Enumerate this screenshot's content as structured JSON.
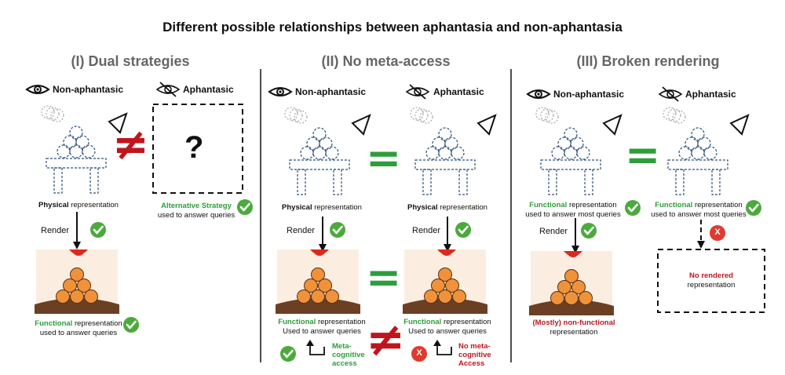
{
  "title": "Different possible relationships between aphantasia and non-aphantasia",
  "panels": {
    "p1": {
      "heading": "(I) Dual strategies",
      "left_label": "Non-aphantasic",
      "right_label": "Aphantasic",
      "question_mark": "?",
      "physical_bold": "Physical",
      "physical_rest": " representation",
      "alt_green": "Alternative Strategy",
      "alt_rest": "used to answer queries",
      "render": "Render",
      "functional_green": "Functional",
      "functional_rest": " representation",
      "functional_line2": "used to answer queries"
    },
    "p2": {
      "heading": "(II) No meta-access",
      "left_label": "Non-aphantasic",
      "right_label": "Aphantasic",
      "physical_bold": "Physical",
      "physical_rest": " representation",
      "render": "Render",
      "functional_green": "Functional",
      "functional_rest": " representation",
      "functional_line2": "Used to answer queries",
      "meta_ok_line1": "Meta-",
      "meta_ok_line2": "cognitive",
      "meta_ok_line3": "access",
      "meta_no_line1": "No meta-",
      "meta_no_line2": "cognitive",
      "meta_no_line3": "Access",
      "x_mark": "X"
    },
    "p3": {
      "heading": "(III) Broken rendering",
      "left_label": "Non-aphantasic",
      "right_label": "Aphantasic",
      "functional_green": "Functional",
      "functional_rest": " representation",
      "functional_line2": "used to answer most queries",
      "render": "Render",
      "mostly_red": "(Mostly) non-functional",
      "mostly_line2": "representation",
      "norender_red": "No rendered",
      "norender_line2": "representation",
      "x_mark": "X"
    }
  },
  "symbols": {
    "not_equal": "≠",
    "equal": "="
  },
  "colors": {
    "green": "#2d9e3a",
    "red": "#c0151c",
    "check_green": "#4caa3c",
    "x_red": "#e03a2f",
    "ball_orange": "#f0923a",
    "red_dome": "#e0271c",
    "scene_bg": "#fbeee0",
    "ground": "#6b3f24",
    "dashed_blue": "#2e4f7a",
    "heading_gray": "#666666"
  }
}
